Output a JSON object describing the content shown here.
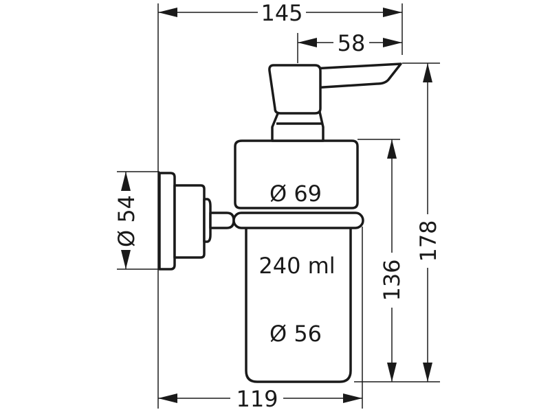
{
  "dimensions": {
    "overall_width": "145",
    "lever_width": "58",
    "overall_height": "178",
    "container_height": "136",
    "projection_depth": "119",
    "wall_plate_diameter": "Ø 54",
    "pump_diameter": "Ø 69",
    "glass_diameter": "Ø 56",
    "capacity": "240 ml"
  },
  "colors": {
    "line": "#1a1a1a",
    "background": "#ffffff"
  }
}
